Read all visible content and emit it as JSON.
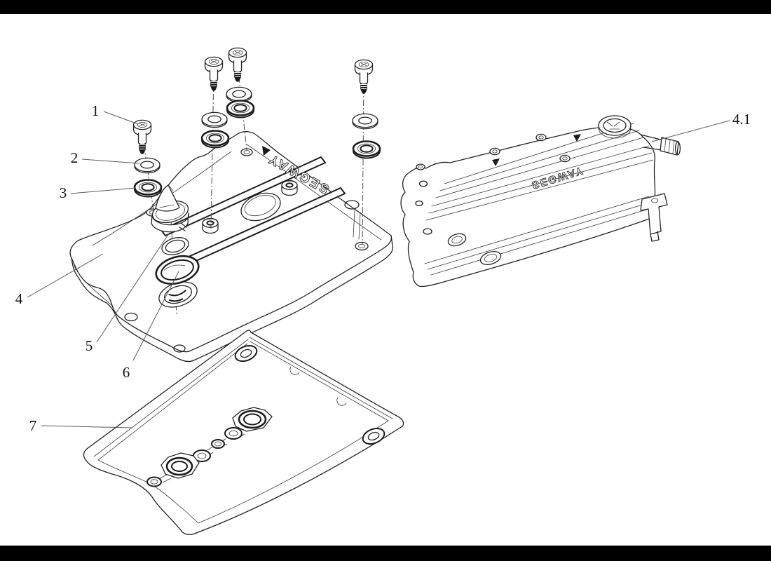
{
  "colors": {
    "background": "#ffffff",
    "letterbox": "#000000",
    "line": "#222222",
    "leader": "#5a5a5a"
  },
  "figure": {
    "brand_marks": [
      "SEGWAY",
      "SEGWAY"
    ],
    "callouts": [
      "1",
      "2",
      "3",
      "4",
      "5",
      "6",
      "7",
      "4.1"
    ]
  }
}
